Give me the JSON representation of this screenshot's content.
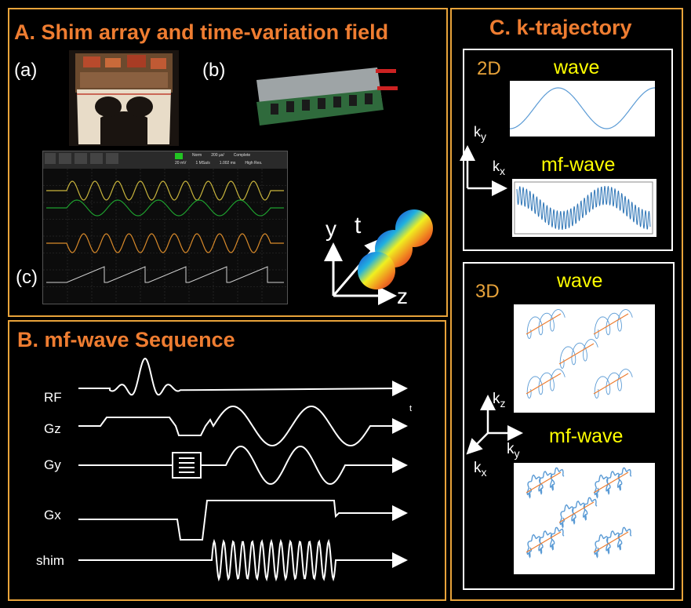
{
  "panel_a": {
    "title": "A. Shim array and time-variation field",
    "label_a": "(a)",
    "label_b": "(b)",
    "label_c": "(c)",
    "axis_y": "y",
    "axis_t": "t",
    "axis_z": "z",
    "scope": {
      "header": [
        "Norm",
        "200 µs/",
        "Complete"
      ],
      "header2": [
        "20 mV",
        "1 MSa/s",
        "1.002 ms",
        "High Res."
      ]
    }
  },
  "panel_b": {
    "title": "B. mf-wave Sequence",
    "channels": [
      "RF",
      "Gz",
      "Gy",
      "Gx",
      "shim"
    ],
    "time_label": "t"
  },
  "panel_c": {
    "title": "C. k-trajectory",
    "section_2d": {
      "label": "2D",
      "wave_label": "wave",
      "mfwave_label": "mf-wave",
      "axis_y": "k",
      "axis_y_sub": "y",
      "axis_x": "k",
      "axis_x_sub": "x"
    },
    "section_3d": {
      "label": "3D",
      "wave_label": "wave",
      "mfwave_label": "mf-wave",
      "axis_z": "k",
      "axis_z_sub": "z",
      "axis_y": "k",
      "axis_y_sub": "y",
      "axis_x": "k",
      "axis_x_sub": "x"
    }
  },
  "colors": {
    "border": "#e8a33a",
    "title": "#ef7d31",
    "wave_label": "#ffff00",
    "trace_yellow": "#c8b43c",
    "trace_green": "#1e9e2e",
    "trace_orange": "#d98a2a",
    "wave_blue": "#5b9bd5",
    "spiral_orange": "#ed7d31"
  }
}
